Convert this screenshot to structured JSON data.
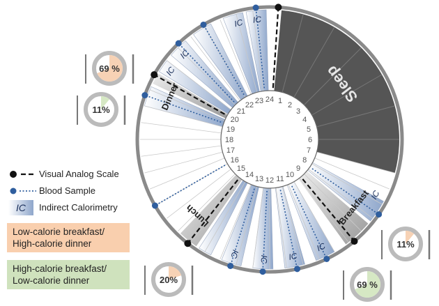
{
  "clock_hours": [
    "1",
    "2",
    "3",
    "4",
    "5",
    "6",
    "7",
    "8",
    "9",
    "10",
    "11",
    "12",
    "13",
    "14",
    "15",
    "16",
    "17",
    "18",
    "19",
    "20",
    "21",
    "22",
    "23",
    "24"
  ],
  "segment_labels": {
    "sleep": "Sleep",
    "breakfast": "Breakfast",
    "lunch": "Lunch",
    "dinner": "Dinner",
    "ic": "IC"
  },
  "legend": {
    "visual_analog_scale": "Visual Analog Scale",
    "blood_sample": "Blood Sample",
    "ic_badge": "IC",
    "indirect_calorimetry": "Indirect Calorimetry",
    "low_cal_breakfast": "Low-calorie breakfast/",
    "high_cal_dinner": "High-calorie dinner",
    "high_cal_breakfast": "High-calorie breakfast/",
    "low_cal_dinner": "Low-calorie dinner"
  },
  "meal_shares": {
    "dinner_low_cal_breakfast": {
      "percent": 69,
      "label": "69 %"
    },
    "dinner_high_cal_breakfast": {
      "percent": 11,
      "label": "11%"
    },
    "lunch": {
      "percent": 20,
      "label": "20%"
    },
    "breakfast_low_cal": {
      "percent": 11,
      "label": "11%"
    },
    "breakfast_high_cal": {
      "percent": 69,
      "label": "69 %"
    }
  },
  "colors": {
    "sleep": "#555555",
    "ring": "#8a8a8a",
    "ic_blue": "#8fa6cc",
    "blood_dot": "#2f5e9e",
    "low_cal_box": "#f9cfae",
    "high_cal_box": "#cfe2bd",
    "pie_peach": "#f7d2b5",
    "pie_green": "#d6e8c4"
  }
}
